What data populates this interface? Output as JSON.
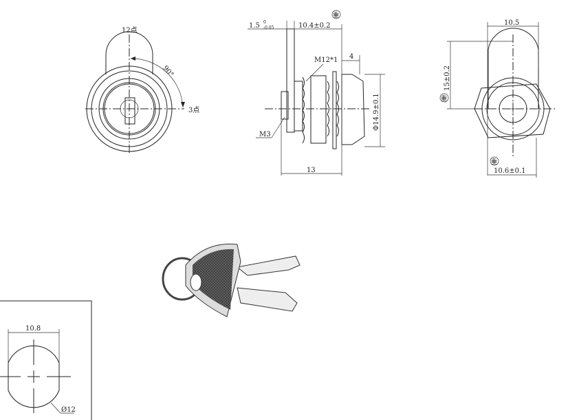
{
  "front_view": {
    "label_12": "12点",
    "label_3": "3点",
    "angle": "90°"
  },
  "side_view": {
    "plate_thickness": "1.5",
    "plate_tol_upper": "0",
    "plate_tol_lower": "-0.05",
    "length_to_flange": "10.4±0.2",
    "head_length": "4",
    "head_diameter": "Φ14.9±0.1",
    "total_length": "13",
    "thread": "M12*1",
    "screw": "M3",
    "key_mark": "重"
  },
  "rear_view": {
    "cam_width": "10.5",
    "cam_length": "15±0.2",
    "flat_width": "10.6±0.1",
    "key_mark_1": "重",
    "key_mark_2": "重"
  },
  "cutout_view": {
    "flat_width": "10.8",
    "diameter": "Ø12"
  },
  "keys": {
    "count": 2
  }
}
